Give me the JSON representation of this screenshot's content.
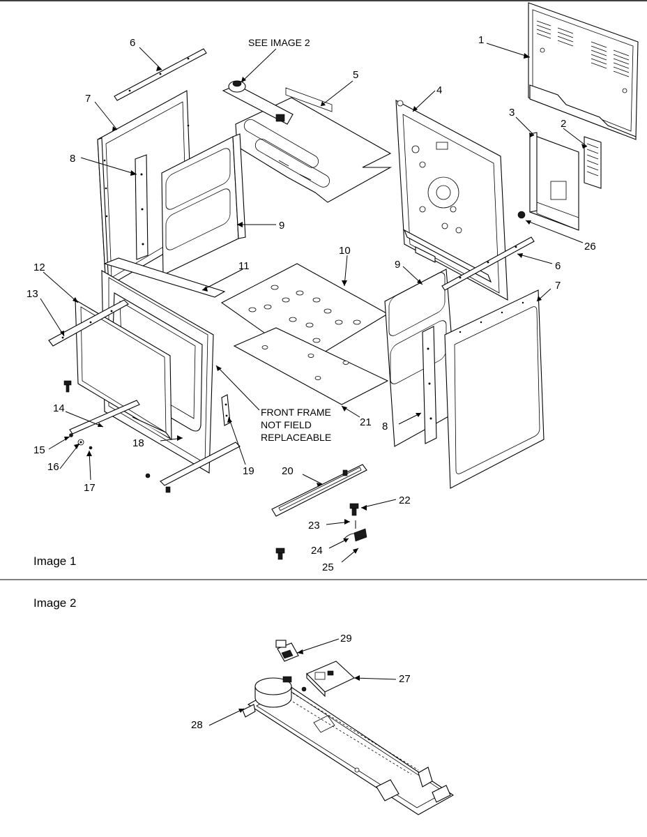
{
  "image1": {
    "caption": "Image 1",
    "note_see_image2": "SEE IMAGE 2",
    "note_front_frame": [
      "FRONT FRAME",
      "NOT FIELD",
      "REPLACEABLE"
    ],
    "callouts": {
      "c1": "1",
      "c2": "2",
      "c3": "3",
      "c4": "4",
      "c5": "5",
      "c6a": "6",
      "c6b": "6",
      "c7a": "7",
      "c7b": "7",
      "c8a": "8",
      "c8b": "8",
      "c9a": "9",
      "c9b": "9",
      "c10": "10",
      "c11": "11",
      "c12": "12",
      "c13": "13",
      "c14": "14",
      "c15": "15",
      "c16": "16",
      "c17": "17",
      "c18": "18",
      "c19": "19",
      "c20": "20",
      "c21": "21",
      "c22": "22",
      "c23": "23",
      "c24": "24",
      "c25": "25",
      "c26": "26"
    }
  },
  "image2": {
    "caption": "Image 2",
    "callouts": {
      "c27": "27",
      "c28": "28",
      "c29": "29"
    }
  }
}
